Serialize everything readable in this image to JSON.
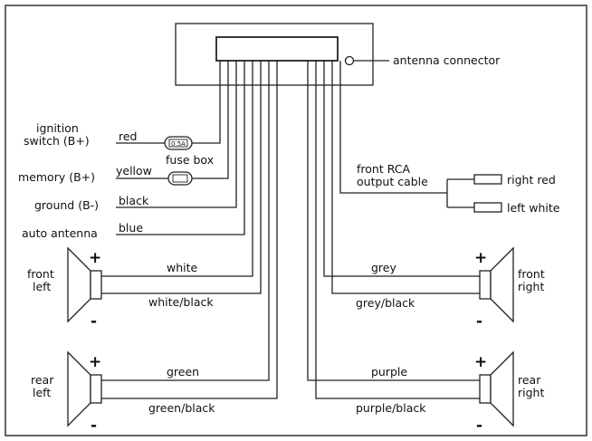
{
  "diagram": {
    "antenna_connector": "antenna connector",
    "ignition_line1": "ignition",
    "ignition_line2": "switch (B+)",
    "ignition_wire": "red",
    "fuse_rating": "0.5A",
    "memory_label": "memory (B+)",
    "memory_wire": "yellow",
    "fuse_box": "fuse box",
    "ground_label": "ground (B-)",
    "ground_wire": "black",
    "auto_antenna_label": "auto antenna",
    "auto_antenna_wire": "blue",
    "rca_line1": "front RCA",
    "rca_line2": "output cable",
    "rca_right": "right red",
    "rca_left": "left white",
    "front_left_line1": "front",
    "front_left_line2": "left",
    "front_left_pos": "white",
    "front_left_neg": "white/black",
    "front_right_line1": "front",
    "front_right_line2": "right",
    "front_right_pos": "grey",
    "front_right_neg": "grey/black",
    "rear_left_line1": "rear",
    "rear_left_line2": "left",
    "rear_left_pos": "green",
    "rear_left_neg": "green/black",
    "rear_right_line1": "rear",
    "rear_right_line2": "right",
    "rear_right_pos": "purple",
    "rear_right_neg": "purple/black",
    "plus_sign": "+",
    "minus_sign": "-"
  }
}
